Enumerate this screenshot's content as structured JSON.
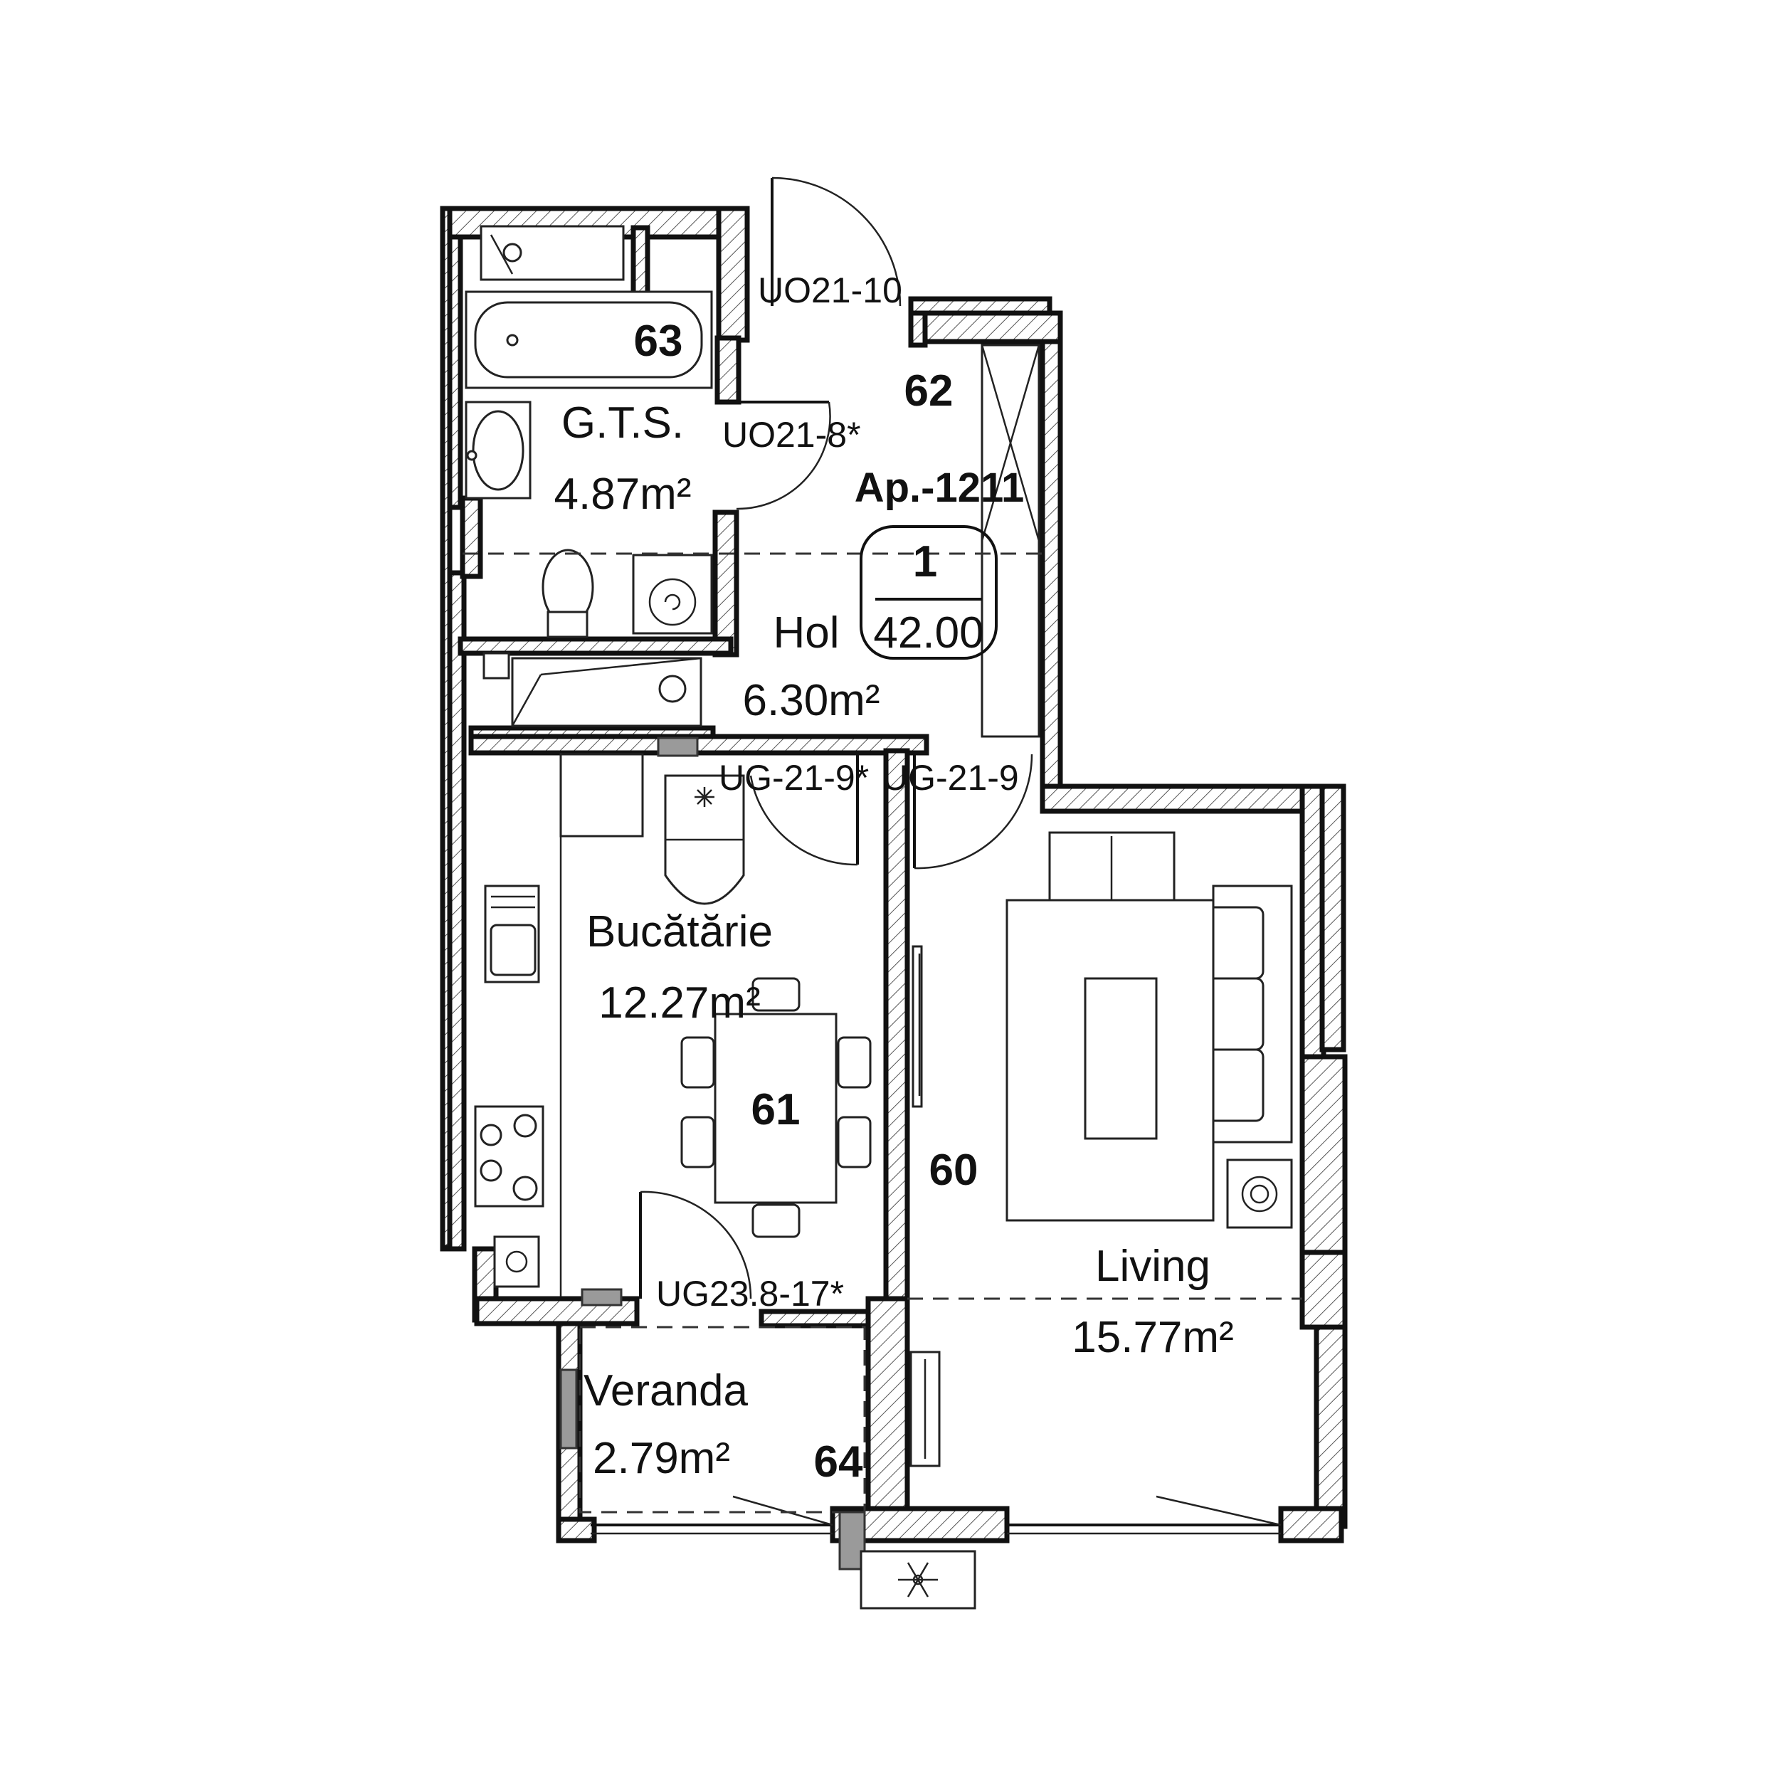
{
  "apartment": {
    "label": "Ap.-1211",
    "badge_number": "1",
    "badge_area": "42.00"
  },
  "rooms": {
    "gts": {
      "name": "G.T.S.",
      "area": "4.87m²",
      "number": "63"
    },
    "hol": {
      "name": "Hol",
      "area": "6.30m²",
      "number": "62"
    },
    "bucatarie": {
      "name": "Bucătărie",
      "area": "12.27m²",
      "number": "61"
    },
    "living": {
      "name": "Living",
      "area": "15.77m²",
      "number": "60"
    },
    "veranda": {
      "name": "Veranda",
      "area": "2.79m²",
      "number": "64"
    }
  },
  "doors": {
    "entrance": "UO21-10",
    "bathroom": "UO21-8*",
    "kitchen": "UG-21-9*",
    "living": "UG-21-9",
    "veranda": "UG23.8-17*"
  },
  "icons": {
    "ac_unit": "snowflake-icon",
    "hood": "asterisk-icon"
  }
}
